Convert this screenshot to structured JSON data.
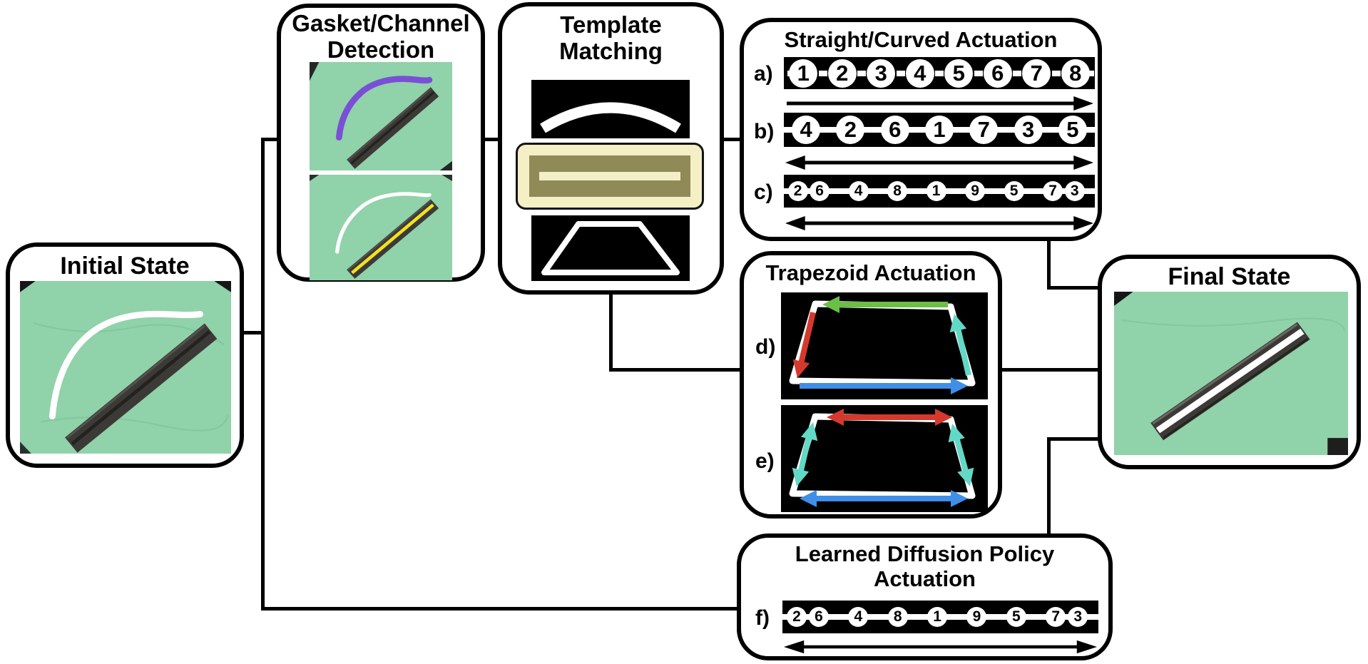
{
  "colors": {
    "outline_black": "#000000",
    "felt_green": "#90d2a9",
    "gasket_white": "#ffffff",
    "gasket_highlight_purple": "#7a4fd6",
    "channel_highlight_yellow": "#f2e11f",
    "template_highlight_cream": "#f4efc5",
    "template_highlight_olive": "#8f8a58",
    "arrow_green": "#6abf45",
    "arrow_red": "#d5392e",
    "arrow_blue": "#3f8fe8",
    "arrow_teal": "#62d8c6"
  },
  "boxes": {
    "initial_state": {
      "title": "Initial State"
    },
    "gasket_detection": {
      "title_line1": "Gasket/Channel",
      "title_line2": "Detection"
    },
    "template_matching": {
      "title_line1": "Template",
      "title_line2": "Matching"
    },
    "straight_curved": {
      "title": "Straight/Curved Actuation",
      "rows": [
        {
          "label": "a)",
          "sequence": [
            "1",
            "2",
            "3",
            "4",
            "5",
            "6",
            "7",
            "8"
          ],
          "arrow": "right"
        },
        {
          "label": "b)",
          "sequence": [
            "4",
            "2",
            "6",
            "1",
            "7",
            "3",
            "5"
          ],
          "arrow": "both"
        },
        {
          "label": "c)",
          "sequence": [
            "2",
            "6",
            "4",
            "8",
            "1",
            "9",
            "5",
            "7",
            "3"
          ],
          "arrow": "both"
        }
      ]
    },
    "trapezoid_actuation": {
      "title": "Trapezoid Actuation",
      "rows": [
        {
          "label": "d)",
          "arrows": [
            "top-edge-green-left",
            "left-edge-red-down",
            "bottom-edge-blue-right",
            "right-edge-teal-up"
          ]
        },
        {
          "label": "e)",
          "arrows": [
            "top-edge-red-bidirectional",
            "left-edge-teal-bidirectional",
            "right-edge-teal-bidirectional",
            "bottom-edge-blue-bidirectional"
          ]
        }
      ]
    },
    "final_state": {
      "title": "Final State"
    },
    "diffusion": {
      "title_line1": "Learned Diffusion Policy",
      "title_line2": "Actuation",
      "row": {
        "label": "f)",
        "sequence": [
          "2",
          "6",
          "4",
          "8",
          "1",
          "9",
          "5",
          "7",
          "3"
        ],
        "arrow": "both"
      }
    }
  }
}
